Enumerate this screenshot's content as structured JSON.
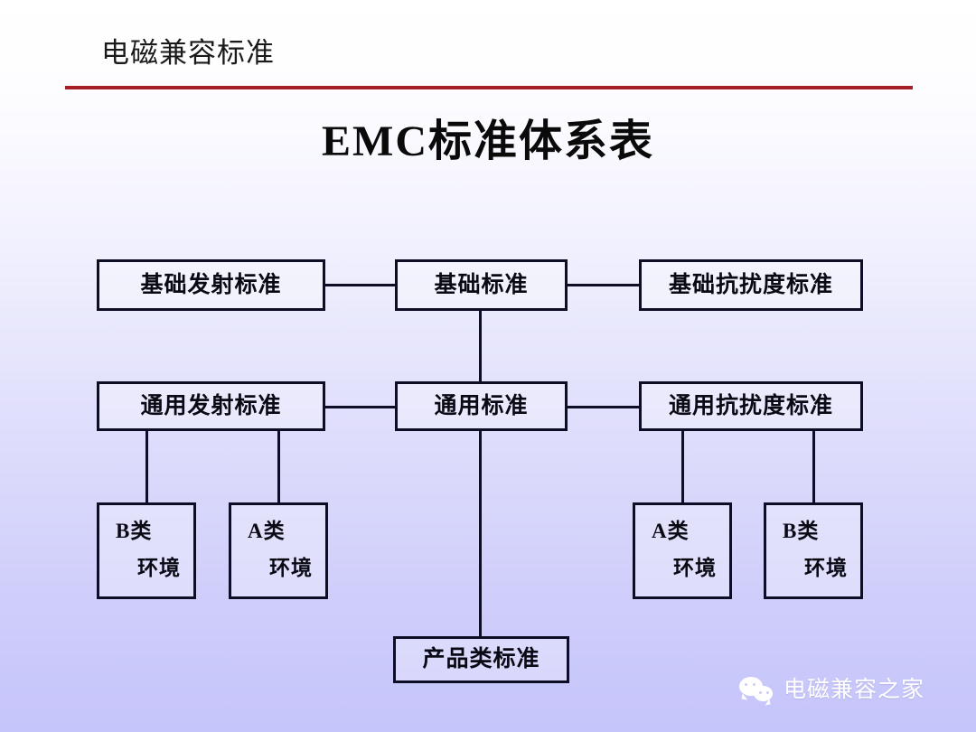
{
  "header": {
    "title": "电磁兼容标准",
    "rule_color": "#a81f23"
  },
  "slide": {
    "title": "EMC标准体系表",
    "background_top_color": "#ffffff",
    "background_bottom_color": "#c6c5fb",
    "box_border_color": "#0d0d26",
    "text_color": "#0a0a14"
  },
  "diagram": {
    "type": "hierarchy",
    "nodes": [
      {
        "id": "basic-emission",
        "label": "基础发射标准"
      },
      {
        "id": "basic",
        "label": "基础标准"
      },
      {
        "id": "basic-immunity",
        "label": "基础抗扰度标准"
      },
      {
        "id": "generic-emission",
        "label": "通用发射标准"
      },
      {
        "id": "generic",
        "label": "通用标准"
      },
      {
        "id": "generic-immunity",
        "label": "通用抗扰度标准"
      },
      {
        "id": "env-b-left",
        "label_line1": "B类",
        "label_line2": "环境"
      },
      {
        "id": "env-a-left",
        "label_line1": "A类",
        "label_line2": "环境"
      },
      {
        "id": "env-a-right",
        "label_line1": "A类",
        "label_line2": "环境"
      },
      {
        "id": "env-b-right",
        "label_line1": "B类",
        "label_line2": "环境"
      },
      {
        "id": "product",
        "label": "产品类标准"
      }
    ],
    "edges": [
      {
        "from": "basic-emission",
        "to": "basic"
      },
      {
        "from": "basic",
        "to": "basic-immunity"
      },
      {
        "from": "basic",
        "to": "generic"
      },
      {
        "from": "generic-emission",
        "to": "generic"
      },
      {
        "from": "generic",
        "to": "generic-immunity"
      },
      {
        "from": "generic-emission",
        "to": "env-b-left"
      },
      {
        "from": "generic-emission",
        "to": "env-a-left"
      },
      {
        "from": "generic-immunity",
        "to": "env-a-right"
      },
      {
        "from": "generic-immunity",
        "to": "env-b-right"
      },
      {
        "from": "generic",
        "to": "product"
      }
    ]
  },
  "watermark": {
    "icon": "wechat-icon",
    "text": "电磁兼容之家",
    "text_color": "#ffffff"
  }
}
